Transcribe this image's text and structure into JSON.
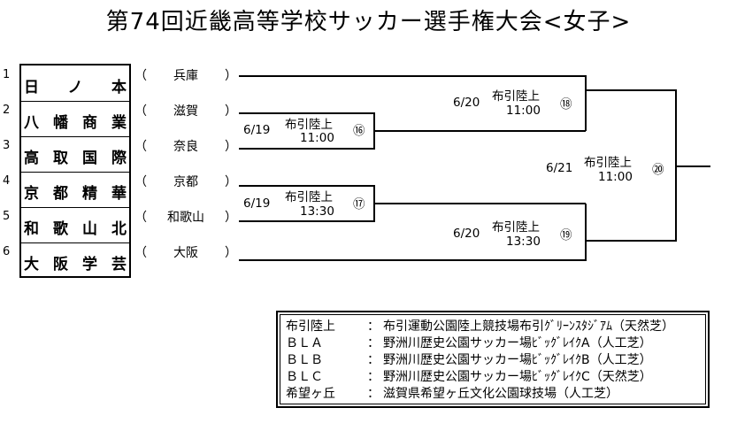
{
  "title": "第74回近畿高等学校サッカー選手権大会<女子>",
  "teams": [
    {
      "seed": "1",
      "name": "日ノ本",
      "chars": [
        "日",
        "ノ",
        "本"
      ],
      "pref": "兵庫"
    },
    {
      "seed": "2",
      "name": "八幡商業",
      "chars": [
        "八",
        "幡",
        "商",
        "業"
      ],
      "pref": "滋賀"
    },
    {
      "seed": "3",
      "name": "高取国際",
      "chars": [
        "高",
        "取",
        "国",
        "際"
      ],
      "pref": "奈良"
    },
    {
      "seed": "4",
      "name": "京都精華",
      "chars": [
        "京",
        "都",
        "精",
        "華"
      ],
      "pref": "京都"
    },
    {
      "seed": "5",
      "name": "和歌山北",
      "chars": [
        "和",
        "歌",
        "山",
        "北"
      ],
      "pref": "和歌山"
    },
    {
      "seed": "6",
      "name": "大阪学芸",
      "chars": [
        "大",
        "阪",
        "学",
        "芸"
      ],
      "pref": "大阪"
    }
  ],
  "paren_open": "（",
  "paren_close": "）",
  "matches": {
    "m16": {
      "date": "6/19",
      "venue": "布引陸上",
      "time": "11:00",
      "num": "⑯"
    },
    "m17": {
      "date": "6/19",
      "venue": "布引陸上",
      "time": "13:30",
      "num": "⑰"
    },
    "m18": {
      "date": "6/20",
      "venue": "布引陸上",
      "time": "11:00",
      "num": "⑱"
    },
    "m19": {
      "date": "6/20",
      "venue": "布引陸上",
      "time": "13:30",
      "num": "⑲"
    },
    "m20": {
      "date": "6/21",
      "venue": "布引陸上",
      "time": "11:00",
      "num": "⑳"
    }
  },
  "legend": [
    {
      "abbr": "布引陸上",
      "colon": "：",
      "full": "布引運動公園陸上競技場布引ｸﾞﾘｰﾝｽﾀｼﾞｱﾑ（天然芝）"
    },
    {
      "abbr": "ＢＬＡ",
      "colon": "：",
      "full": "野洲川歴史公園サッカー場ﾋﾞｯｸﾞﾚｲｸA（人工芝）"
    },
    {
      "abbr": "ＢＬＢ",
      "colon": "：",
      "full": "野洲川歴史公園サッカー場ﾋﾞｯｸﾞﾚｲｸB（人工芝）"
    },
    {
      "abbr": "ＢＬＣ",
      "colon": "：",
      "full": "野洲川歴史公園サッカー場ﾋﾞｯｸﾞﾚｲｸC（天然芝）"
    },
    {
      "abbr": "希望ヶ丘",
      "colon": "：",
      "full": "滋賀県希望ヶ丘文化公園球技場（人工芝）"
    }
  ]
}
